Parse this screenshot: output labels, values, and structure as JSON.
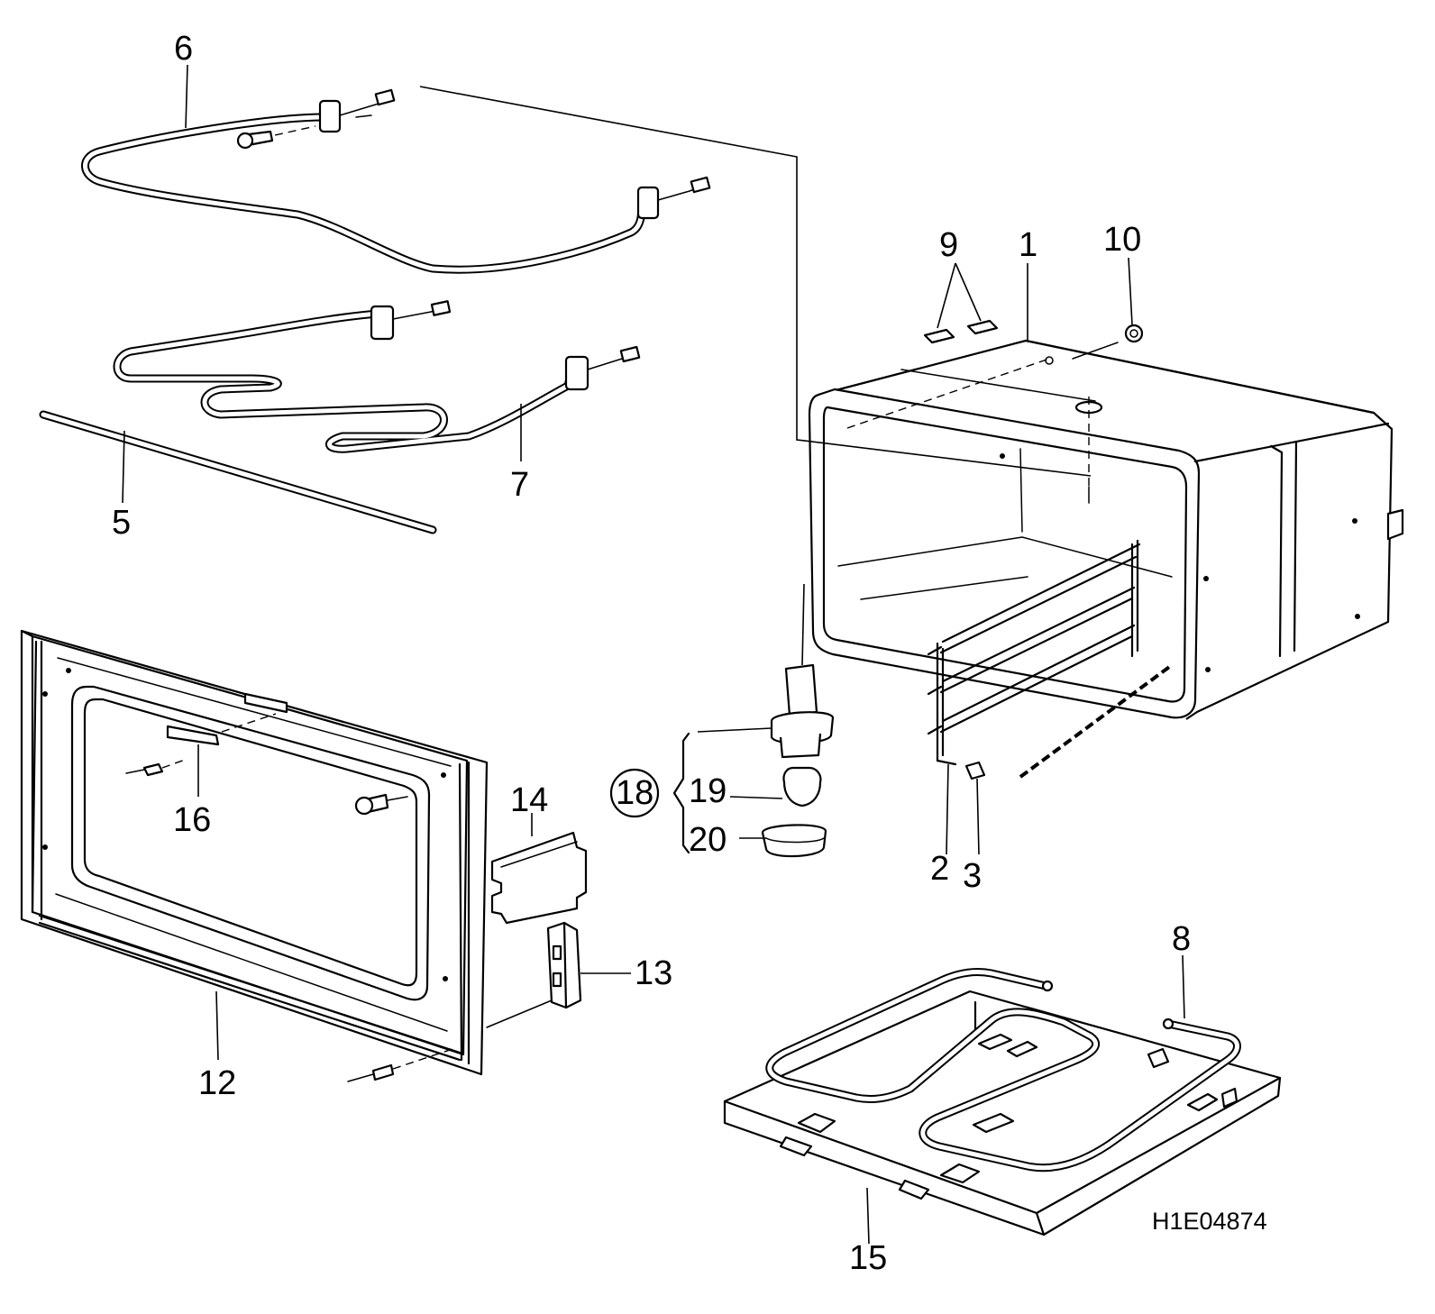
{
  "callouts": {
    "c1": "1",
    "c2": "2",
    "c3": "3",
    "c5": "5",
    "c6": "6",
    "c7": "7",
    "c8": "8",
    "c9": "9",
    "c10": "10",
    "c12": "12",
    "c13": "13",
    "c14": "14",
    "c15": "15",
    "c16": "16",
    "c18": "18",
    "c19": "19",
    "c20": "20"
  },
  "drawing_reference": "H1E04874"
}
